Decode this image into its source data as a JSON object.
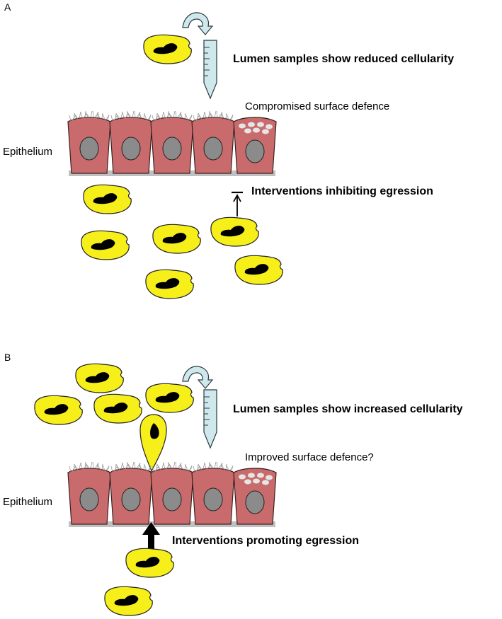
{
  "panels": [
    {
      "letter": "A",
      "lumen_caption": "Lumen samples show reduced cellularity",
      "surface_caption": "Compromised surface defence",
      "tissue_label": "Epithelium",
      "intervention_caption": "Interventions inhibiting egression"
    },
    {
      "letter": "B",
      "lumen_caption": "Lumen samples show increased cellularity",
      "surface_caption": "Improved surface defence?",
      "tissue_label": "Epithelium",
      "intervention_caption": "Interventions promoting egression"
    }
  ],
  "colors": {
    "cell_fill": "#c96b6c",
    "cell_stroke": "#3a1f1f",
    "nucleus_fill": "#8b8b8b",
    "leukocyte_fill": "#f6ef1a",
    "leukocyte_nucleus": "#000000",
    "tube_fill": "#cfe8ec",
    "tube_stroke": "#2a3a40",
    "cilia": "#9a9a9a",
    "basement": "#b0b0b0",
    "goblet_granule": "#e6e6e6"
  }
}
